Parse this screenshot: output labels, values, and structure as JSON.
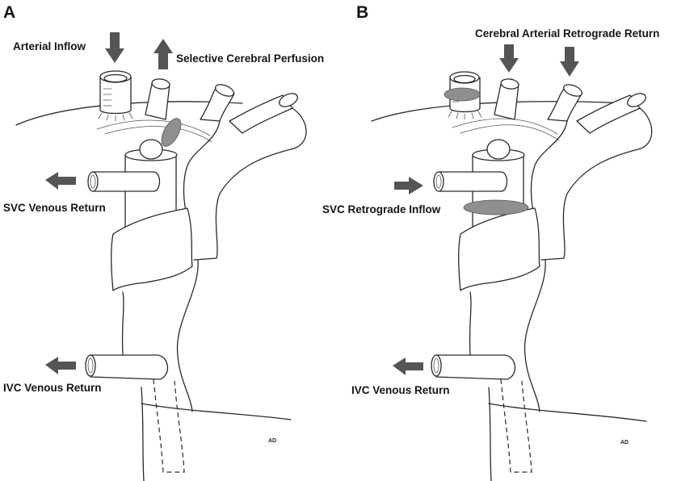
{
  "colors": {
    "arrow": "#555555",
    "occlusion": "#8f8f8f",
    "line": "#2a2a2a"
  },
  "panels": [
    {
      "letter": "A",
      "labels": {
        "arterial_inflow": "Arterial Inflow",
        "selective_cerebral_perfusion": "Selective Cerebral Perfusion",
        "svc_venous_return": "SVC Venous Return",
        "ivc_venous_return": "IVC Venous Return"
      },
      "signature": "AD"
    },
    {
      "letter": "B",
      "labels": {
        "cerebral_arterial_retrograde_return": "Cerebral Arterial Retrograde Return",
        "svc_retrograde_inflow": "SVC Retrograde Inflow",
        "ivc_venous_return": "IVC Venous Return"
      },
      "signature": "AD"
    }
  ]
}
